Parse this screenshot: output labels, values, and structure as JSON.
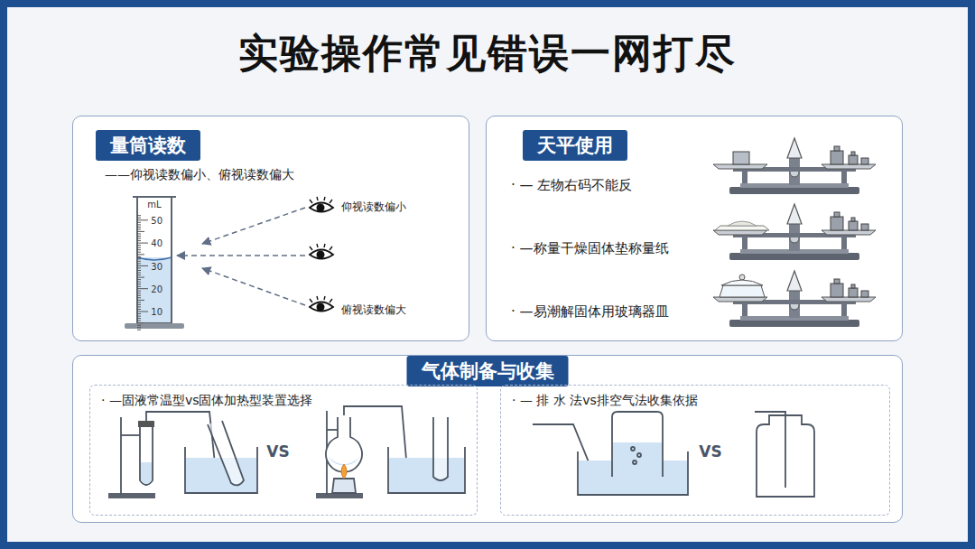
{
  "diagram": {
    "title": "实验操作常见错误一网打尽",
    "nodes": [
      {
        "text": [
          "量筒读数",
          "——仰视读数偏小、俯视读数偏大"
        ]
      },
      {
        "text": [
          "天平使用"
        ]
      },
      {
        "text": [
          "气体制备与收集"
        ]
      },
      {
        "text": [
          "· —固液常温型vs固体加热型装置选择"
        ],
        "in": 2
      },
      {
        "text": [
          "· — 排 水 法vs排空气法收集依据"
        ],
        "in": 2
      }
    ],
    "labels": [
      "mL",
      "50",
      "40",
      "30",
      "20",
      "10",
      "仰视读数偏小",
      "俯视读数偏大",
      "· — 左物右码不能反",
      "· —称量干燥固体垫称量纸",
      "· —易潮解固体用玻璃器皿",
      "VS",
      "VS"
    ]
  }
}
